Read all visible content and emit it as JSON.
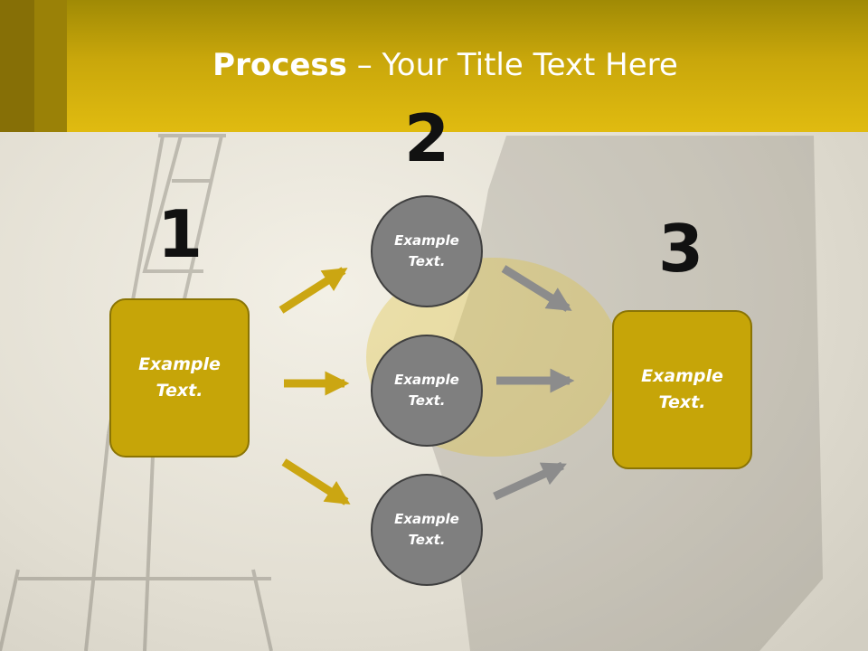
{
  "title": {
    "bold": "Process",
    "dash": " – ",
    "rest": "Your Title Text Here"
  },
  "steps": [
    {
      "number": "1",
      "text": "Example Text."
    },
    {
      "number": "2",
      "items": [
        "Example Text.",
        "Example Text.",
        "Example Text."
      ]
    },
    {
      "number": "3",
      "text": "Example Text."
    }
  ],
  "colors": {
    "header": "#d4b00c",
    "box_fill": "#c6a508",
    "circle_fill": "#7f7f7f",
    "arrow_left": "#cba612",
    "arrow_right": "#8c8c8c"
  }
}
